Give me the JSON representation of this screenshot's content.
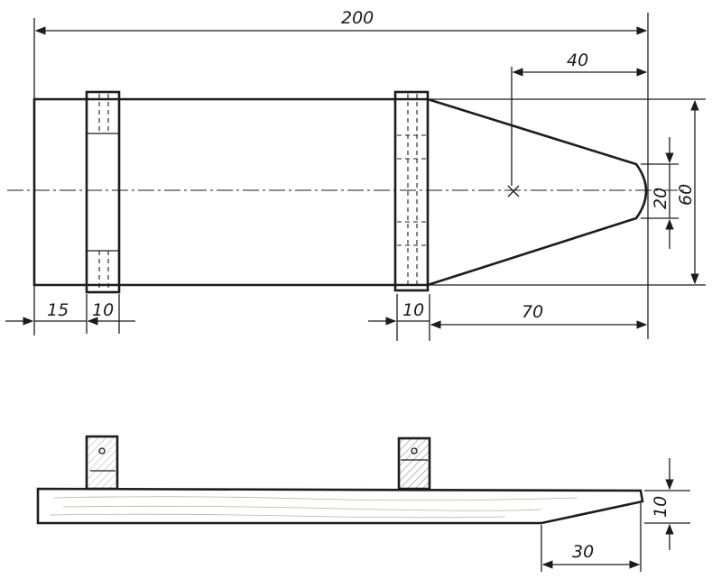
{
  "top_view": {
    "dimensions": {
      "overall_length": "200",
      "tip_offset": "40",
      "tip_width": "20",
      "body_width": "60",
      "end_offset": "15",
      "left_block": "10",
      "right_block": "10",
      "taper_length": "70"
    }
  },
  "side_view": {
    "dimensions": {
      "thickness": "10",
      "bevel_length": "30"
    }
  },
  "colors": {
    "ink": "#1c1c1c",
    "paper": "#ffffff",
    "wood": "#f1ede6",
    "hatch": "#7a7a7a"
  }
}
